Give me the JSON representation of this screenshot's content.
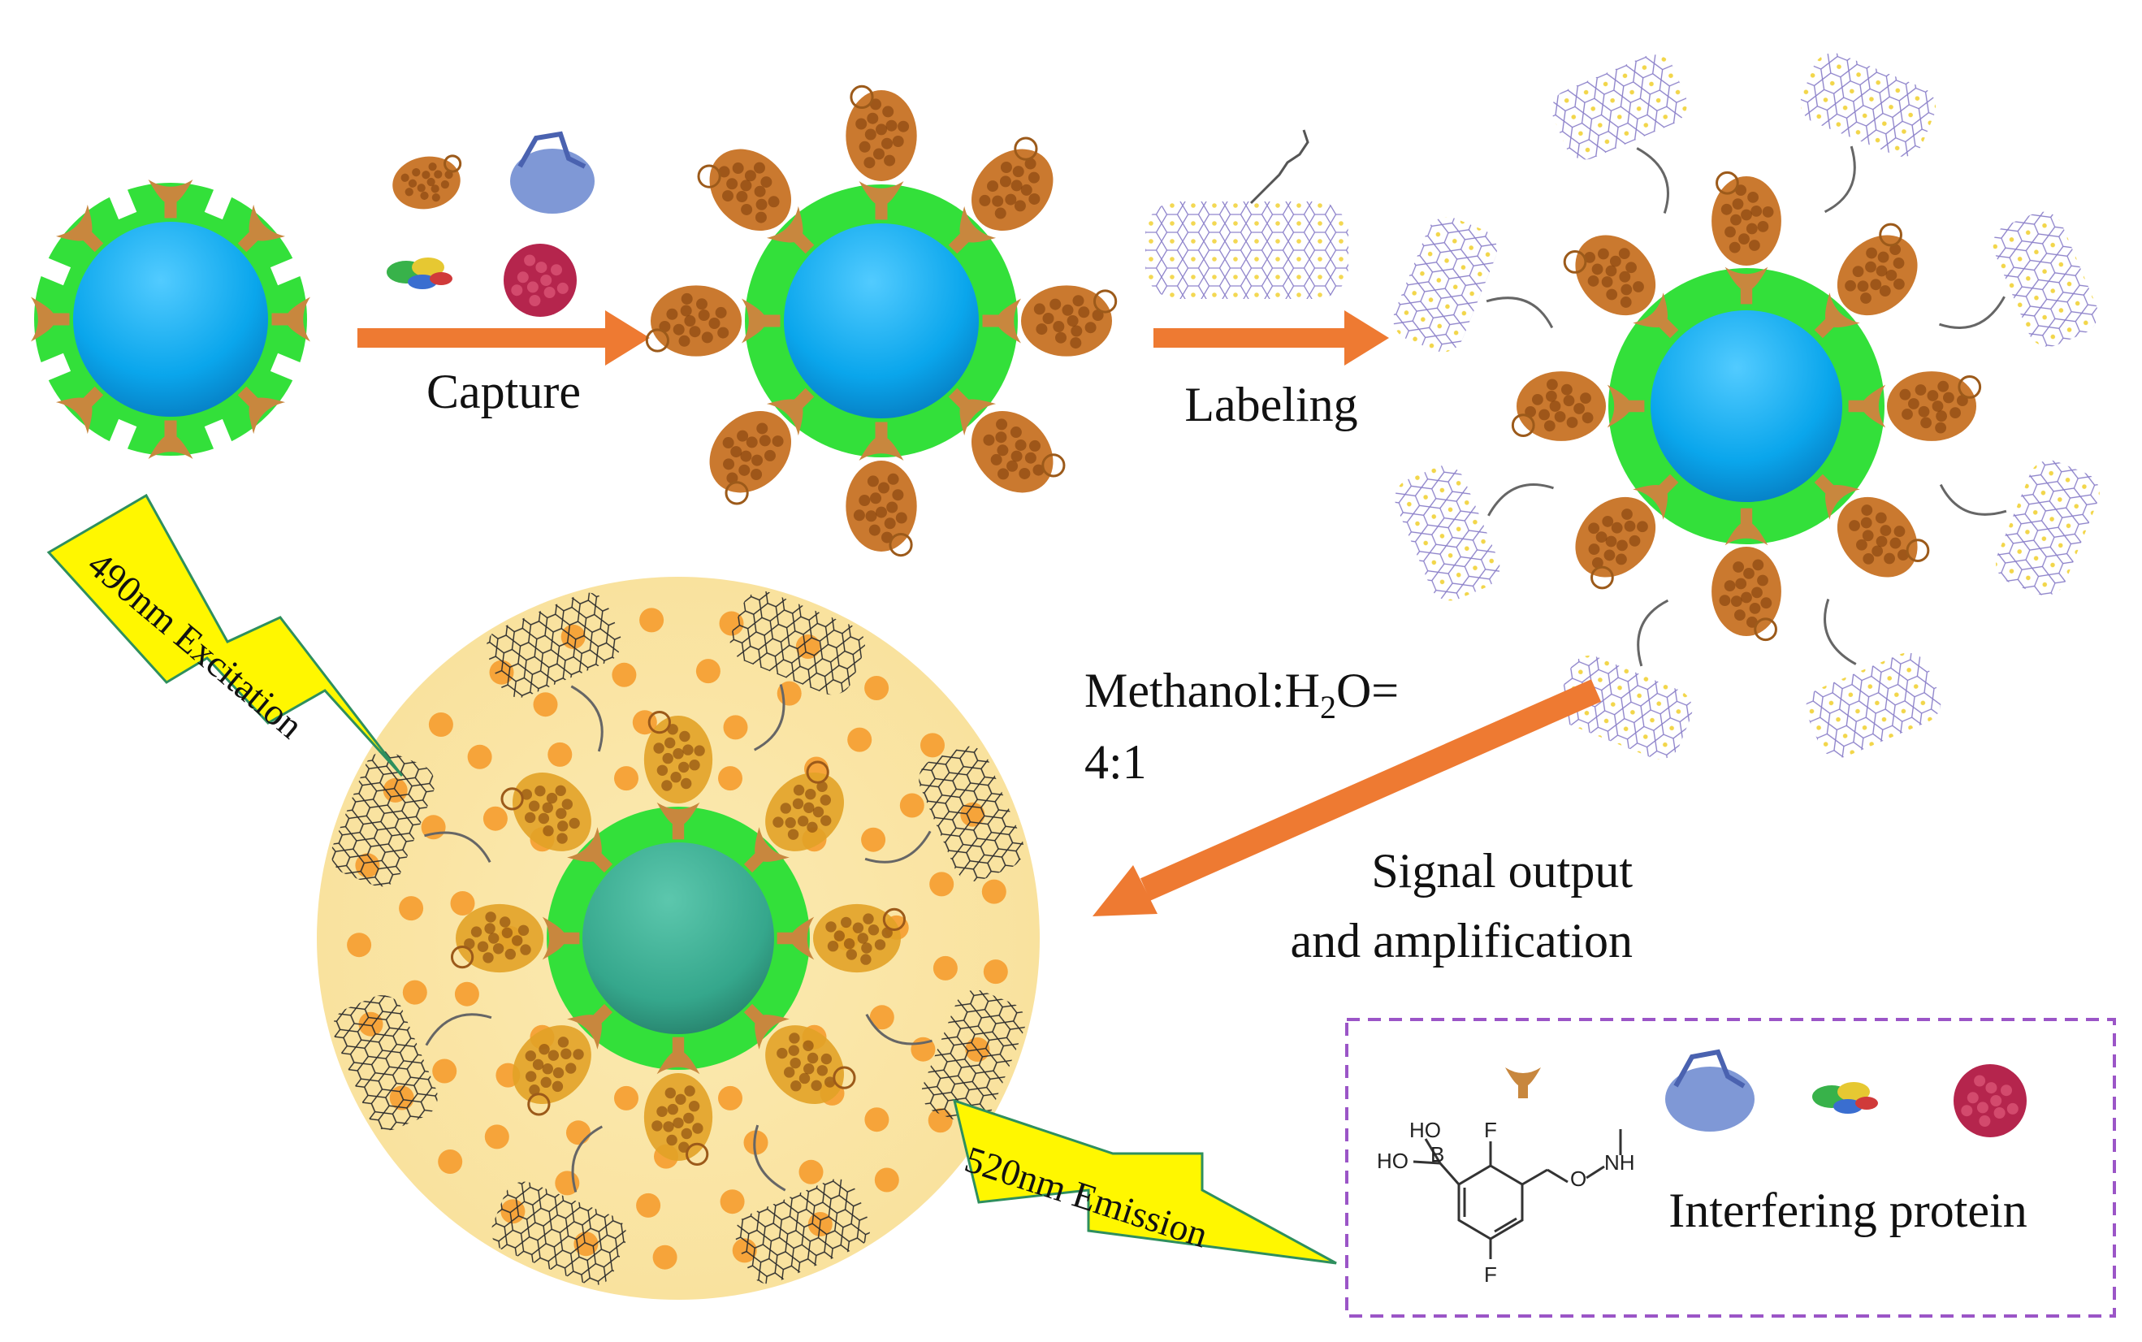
{
  "labels": {
    "capture": "Capture",
    "labeling": "Labeling",
    "solvent_prefix": "Methanol:H",
    "solvent_sub": "2",
    "solvent_suffix": "O=",
    "solvent_ratio": "4:1",
    "signal_line1": "Signal output",
    "signal_line2": "and amplification",
    "excitation": "490nm Excitation",
    "emission": "520nm Emission"
  },
  "legend": {
    "interfering": "Interfering protein",
    "chem_ho_top": "HO",
    "chem_ho_bottom": "HO",
    "chem_b": "B",
    "chem_f_top": "F",
    "chem_f_bottom": "F",
    "chem_o": "O",
    "chem_nh": "NH"
  },
  "colors": {
    "core": "#0aa6ec",
    "shell": "#33e03a",
    "receptor": "#c8873e",
    "arrow": "#ee7a32",
    "protein": "#c46a18",
    "halo": "#fbeab2",
    "dot": "#f6a43a",
    "bolt": "#fff700",
    "legend_border": "#9b55c7",
    "dark_core": "#35a78c"
  }
}
